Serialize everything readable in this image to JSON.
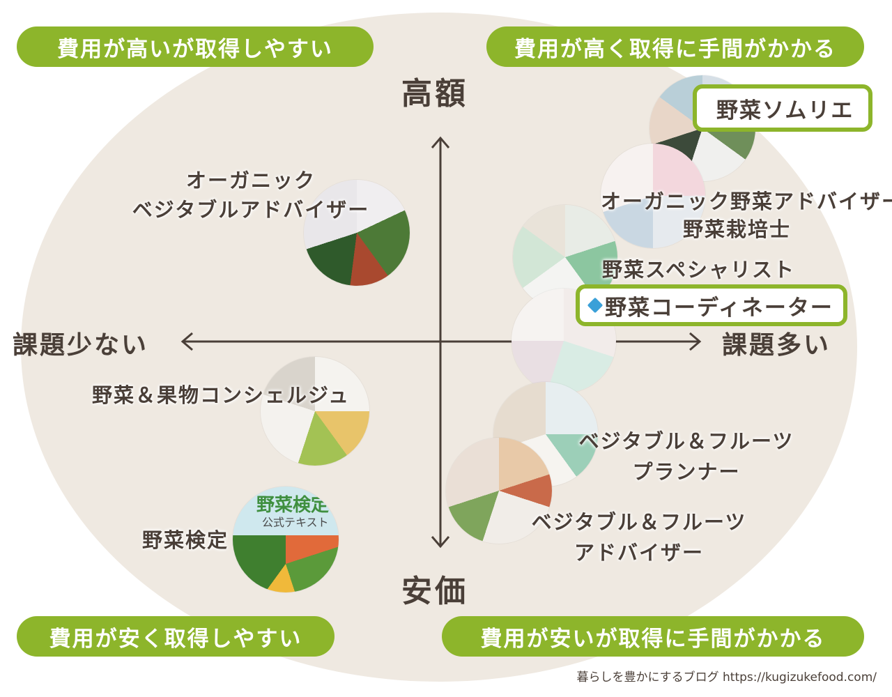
{
  "quadrants": {
    "top_left": "費用が高いが取得しやすい",
    "top_right": "費用が高く取得に手間がかかる",
    "bottom_left": "費用が安く取得しやすい",
    "bottom_right": "費用が安いが取得に手間がかかる"
  },
  "axes": {
    "top": "高額",
    "bottom": "安価",
    "left": "課題少ない",
    "right": "課題多い"
  },
  "items": {
    "sommelier": "野菜ソムリエ",
    "organic_adviser_line1": "オーガニック野菜アドバイザー",
    "cultivation": "野菜栽培士",
    "specialist": "野菜スペシャリスト",
    "coordinator": "野菜コーディネーター",
    "vf_planner_line1": "ベジタブル＆フルーツ",
    "vf_planner_line2": "プランナー",
    "vf_adviser_line1": "ベジタブル＆フルーツ",
    "vf_adviser_line2": "アドバイザー",
    "organic_veg_line1": "オーガニック",
    "organic_veg_line2": "ベジタブルアドバイザー",
    "concierge": "野菜＆果物コンシェルジュ",
    "kentei": "野菜検定"
  },
  "photo_text": {
    "kentei_title": "野菜検定",
    "kentei_sub": "公式テキスト"
  },
  "credit": "暮らしを豊かにするブログ https://kugizukefood.com/",
  "colors": {
    "accent": "#8db52b",
    "background_oval": "#efe9e1",
    "text": "#4a3f38"
  }
}
